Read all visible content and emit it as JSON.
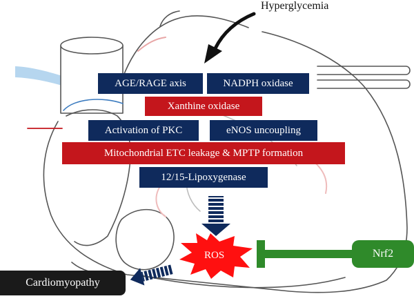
{
  "colors": {
    "navy": "#0f2a5c",
    "red": "#c4161c",
    "green": "#2f8a2a",
    "ros_red": "#ff1010",
    "outline": "#555555",
    "cardio_bg": "#1a1a1a"
  },
  "labels": {
    "hyperglycemia": "Hyperglycemia",
    "age_rage": "AGE/RAGE axis",
    "nadph": "NADPH oxidase",
    "xanthine": "Xanthine oxidase",
    "pkc": "Activation of PKC",
    "enos": "eNOS uncoupling",
    "mito": "Mitochondrial ETC leakage & MPTP formation",
    "lipoxygenase": "12/15-Lipoxygenase",
    "ros": "ROS",
    "nrf2": "Nrf2",
    "cardiomyopathy": "Cardiomyopathy"
  },
  "icons": {
    "heart": "heart-outline-icon",
    "arrow_down": "dashed-arrow-down-icon",
    "arrow_left": "dashed-arrow-left-icon",
    "inhibit": "inhibition-bar-icon",
    "curved_arrow": "curved-arrow-icon"
  }
}
